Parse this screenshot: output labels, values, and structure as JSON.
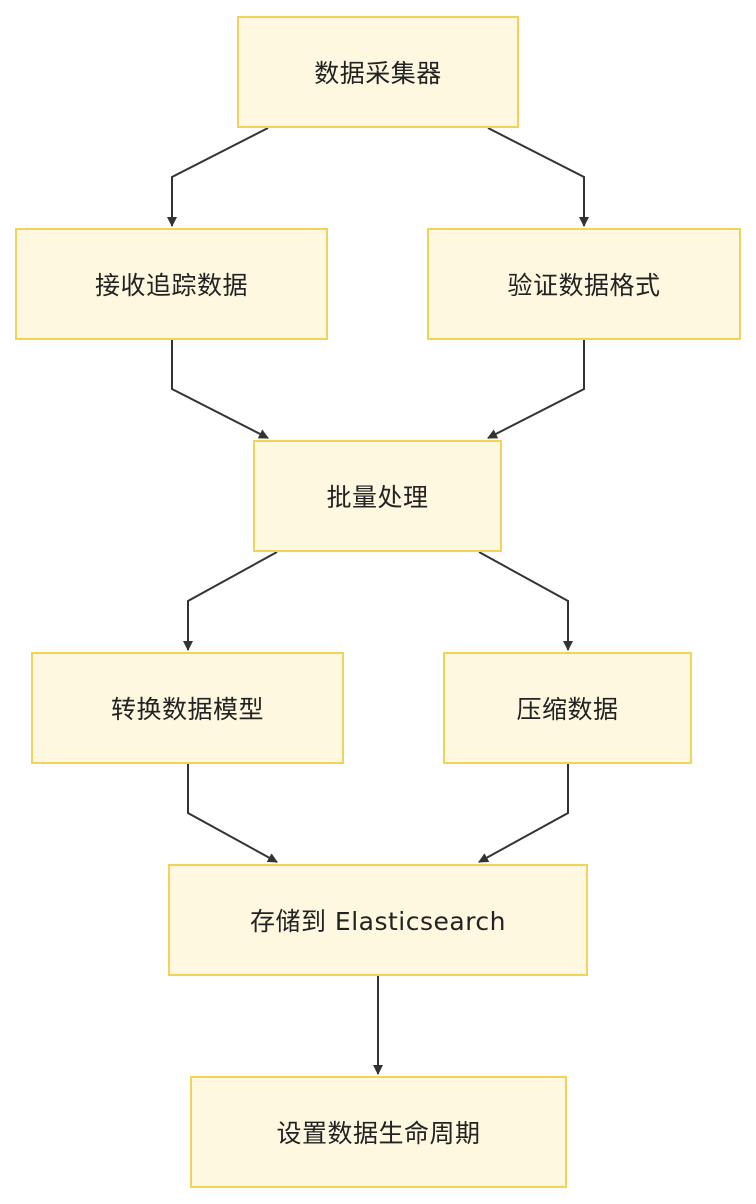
{
  "colors": {
    "node_fill": "#fff8e1",
    "node_border": "#f2d35a",
    "edge": "#333333",
    "text": "#222222"
  },
  "nodes": {
    "collector": "数据采集器",
    "receive": "接收追踪数据",
    "validate": "验证数据格式",
    "batch": "批量处理",
    "transform": "转换数据模型",
    "compress": "压缩数据",
    "store": "存储到 Elasticsearch",
    "lifecycle": "设置数据生命周期"
  },
  "edges": [
    {
      "from": "collector",
      "to": "receive"
    },
    {
      "from": "collector",
      "to": "validate"
    },
    {
      "from": "receive",
      "to": "batch"
    },
    {
      "from": "validate",
      "to": "batch"
    },
    {
      "from": "batch",
      "to": "transform"
    },
    {
      "from": "batch",
      "to": "compress"
    },
    {
      "from": "transform",
      "to": "store"
    },
    {
      "from": "compress",
      "to": "store"
    },
    {
      "from": "store",
      "to": "lifecycle"
    }
  ]
}
